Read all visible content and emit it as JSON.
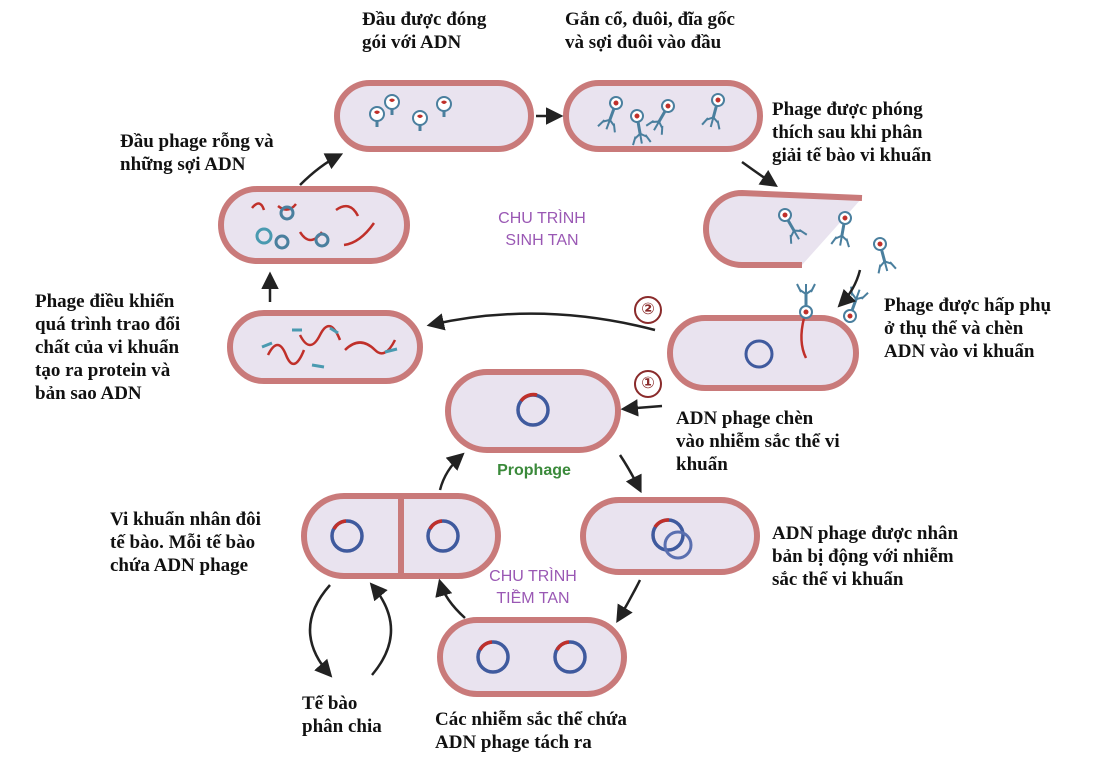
{
  "colors": {
    "cell_outline": "#c97a7a",
    "cell_fill": "#e9e3ef",
    "dna_blue": "#3f5a9e",
    "dna_red": "#c0302a",
    "phage_blue": "#4a7f9e",
    "cycle_label": "#9a58b4",
    "prophage_label": "#3b8a3b",
    "arrow": "#222222"
  },
  "cycles": {
    "lytic": "CHU TRÌNH\nSINH TAN",
    "lysogenic": "CHU TRÌNH\nTIỀM TAN",
    "prophage": "Prophage"
  },
  "steps": {
    "one": "①",
    "two": "②"
  },
  "labels": {
    "head_packaged": "Đầu được đóng\ngói với ADN",
    "assembly": "Gắn cổ, đuôi, đĩa gốc\nvà sợi đuôi vào đầu",
    "release": "Phage được phóng\nthích sau khi phân\ngiải tế bào vi khuẩn",
    "empty_heads": "Đầu phage rỗng và\nnhững sợi ADN",
    "attach": "Phage được hấp phụ\nở thụ thể và chèn\nADN vào vi khuẩn",
    "control": "Phage điều khiển\nquá trình trao đổi\nchất của vi khuẩn\ntạo ra protein và\nbản sao ADN",
    "insert": "ADN phage chèn\nvào nhiễm sắc thể vi\nkhuẩn",
    "divide": "Vi khuẩn nhân đôi\ntế bào. Mỗi tế bào\nchứa ADN phage",
    "replicate": "ADN phage được nhân\nbản bị động với nhiễm\nsắc thể vi khuẩn",
    "cell_division": "Tế bào\nphân chia",
    "separate": "Các nhiễm sắc thể chứa\nADN phage tách ra"
  }
}
